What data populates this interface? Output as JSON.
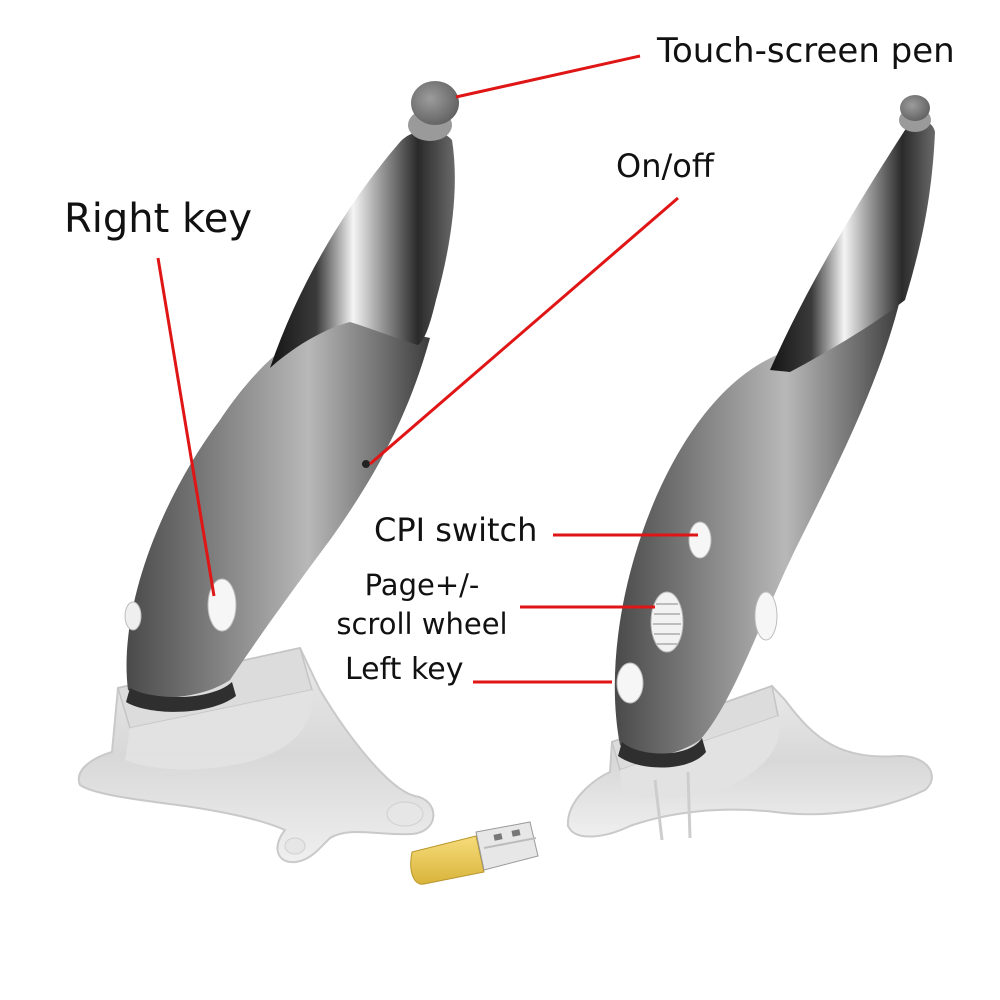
{
  "annotation_color": "#e01515",
  "labels": {
    "touch_screen_pen": "Touch-screen pen",
    "on_off": "On/off",
    "right_key": "Right key",
    "cpi_switch": "CPI switch",
    "page_scroll_wheel": "Page+/-scroll wheel",
    "left_key": "Left key"
  },
  "objects": {
    "left_pen": "pen-mouse",
    "right_pen": "pen-mouse",
    "usb_receiver": "usb-receiver"
  }
}
